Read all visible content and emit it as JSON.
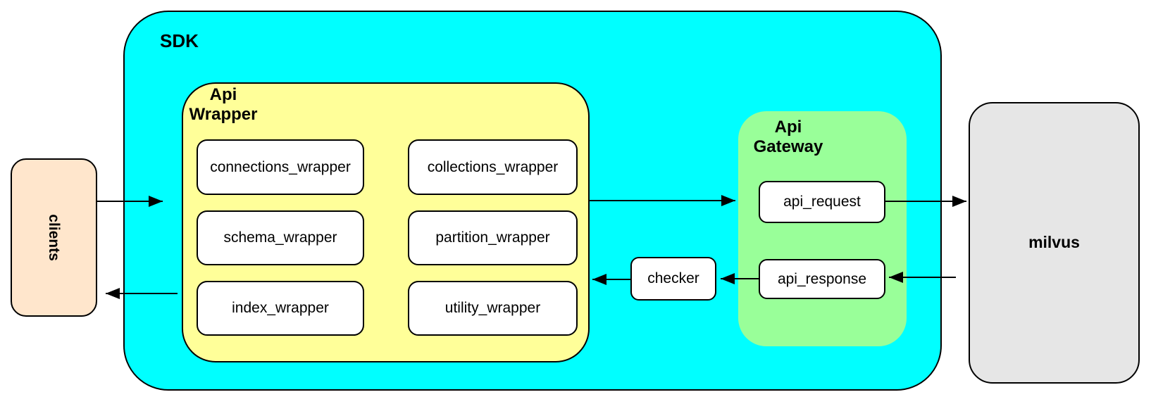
{
  "colors": {
    "sdk_fill": "#00ffff",
    "api_wrapper_fill": "#ffff99",
    "api_gateway_fill": "#99ff99",
    "clients_fill": "#ffe6cc",
    "milvus_fill": "#e6e6e6",
    "node_fill": "#ffffff",
    "border": "#000000",
    "arrow": "#000000",
    "canvas_bg": "#ffffff"
  },
  "nodes": {
    "clients": {
      "label": "clients"
    },
    "sdk": {
      "label": "SDK"
    },
    "api_wrapper": {
      "label_line1": "Api",
      "label_line2": "Wrapper"
    },
    "wrappers": [
      {
        "label": "connections_wrapper"
      },
      {
        "label": "collections_wrapper"
      },
      {
        "label": "schema_wrapper"
      },
      {
        "label": "partition_wrapper"
      },
      {
        "label": "index_wrapper"
      },
      {
        "label": "utility_wrapper"
      }
    ],
    "api_gateway": {
      "label_line1": "Api",
      "label_line2": "Gateway"
    },
    "api_request": {
      "label": "api_request"
    },
    "api_response": {
      "label": "api_response"
    },
    "checker": {
      "label": "checker"
    },
    "milvus": {
      "label": "milvus"
    }
  }
}
